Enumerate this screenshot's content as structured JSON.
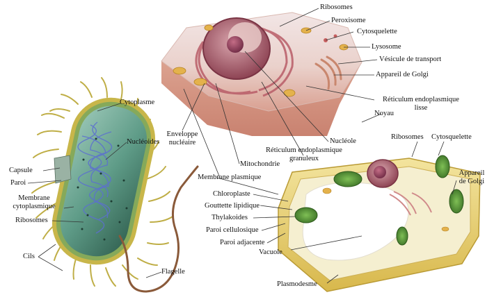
{
  "colors": {
    "prokaryote_body": "#4d8a78",
    "prokaryote_capsule": "#c8b64a",
    "animal_cell_membrane": "#e3b7a6",
    "nucleus": "#b56a78",
    "golgi": "#c9876e",
    "chloroplast": "#5e9a3c",
    "plant_cell_wall": "#e8d27a",
    "leader_line": "#333333"
  },
  "labels": {
    "cytoplasme": "Cytoplasme",
    "nucleoides": "Nucléoides",
    "capsule": "Capsule",
    "paroi": "Paroi",
    "membrane_cyto_1": "Membrane",
    "membrane_cyto_2": "cytoplasmique",
    "ribosomes_proc": "Ribosomes",
    "cils": "Cils",
    "flagelle": "Flagelle",
    "enveloppe_1": "Enveloppe",
    "enveloppe_2": "nucléaire",
    "ribosomes_animal": "Ribosomes",
    "peroxisome": "Peroxisome",
    "cytosquelette_animal": "Cytosquelette",
    "lysosome": "Lysosome",
    "vesicule": "Vésicule de transport",
    "golgi_animal": "Appareil de Golgi",
    "rel_1": "Réticulum endoplasmique",
    "rel_2": "lisse",
    "noyau": "Noyau",
    "ribosomes_plant": "Ribosomes",
    "cytosquelette_plant": "Cytosquelette",
    "nucleole": "Nucléole",
    "reg_1": "Réticulum endoplasmique",
    "reg_2": "granuleux",
    "mitochondrie": "Mitochondrie",
    "membrane_plasmique": "Membrane plasmique",
    "chloroplaste": "Chloroplaste",
    "gouttelette": "Gouttette lipidique",
    "thylakoides": "Thylakoides",
    "paroi_cellulosique": "Paroi cellulosique",
    "paroi_adjacente": "Paroi adjacente",
    "vacuole": "Vacuole",
    "plasmodesme": "Plasmodesme",
    "golgi_plant_1": "Appareil",
    "golgi_plant_2": "de Golgi"
  }
}
